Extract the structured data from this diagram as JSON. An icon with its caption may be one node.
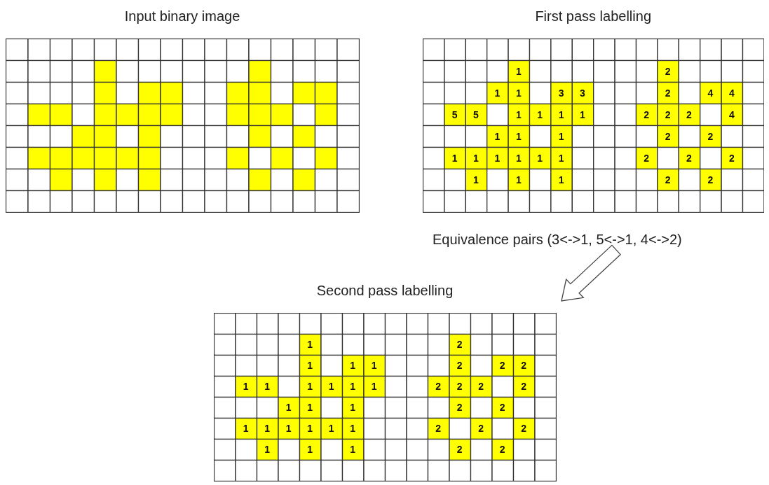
{
  "diagram": {
    "nodes": [
      {
        "text": [
          "Input binary image"
        ]
      },
      {
        "text": [
          "First pass labelling"
        ]
      },
      {
        "text": [
          "Second pass labelling"
        ]
      },
      {
        "text": [
          "Equivalence pairs (3<->1, 5<->1, 4<->2)"
        ]
      }
    ],
    "edges": [
      {
        "from": 3,
        "to": 2,
        "arrow": "to"
      }
    ],
    "labels": [
      "1",
      "2",
      "1",
      "1",
      "3",
      "3",
      "2",
      "4",
      "4",
      "5",
      "5",
      "1",
      "1",
      "1",
      "1",
      "2",
      "2",
      "2",
      "4",
      "1",
      "1",
      "1",
      "2",
      "2",
      "1",
      "1",
      "1",
      "1",
      "1",
      "1",
      "2",
      "2",
      "2",
      "1",
      "1",
      "1",
      "2",
      "2",
      "1",
      "2",
      "1",
      "1",
      "1",
      "2",
      "2",
      "2",
      "1",
      "1",
      "1",
      "1",
      "1",
      "1",
      "2",
      "2",
      "2",
      "2",
      "1",
      "1",
      "1",
      "2",
      "2",
      "1",
      "1",
      "1",
      "1",
      "1",
      "1",
      "2",
      "2",
      "2",
      "1",
      "1",
      "1",
      "2",
      "2"
    ]
  }
}
